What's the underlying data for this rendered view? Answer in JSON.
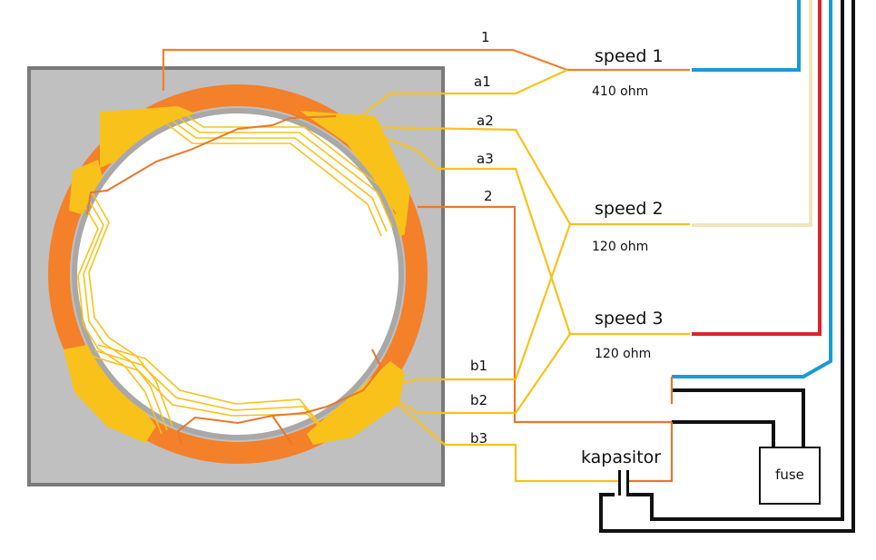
{
  "labels": {
    "lead_1": "1",
    "lead_a1": "a1",
    "lead_a2": "a2",
    "lead_a3": "a3",
    "lead_2": "2",
    "lead_b1": "b1",
    "lead_b2": "b2",
    "lead_b3": "b3"
  },
  "speeds": [
    {
      "label": "speed 1",
      "resistance": "410 ohm"
    },
    {
      "label": "speed 2",
      "resistance": "120 ohm"
    },
    {
      "label": "speed 3",
      "resistance": "120 ohm"
    }
  ],
  "capacitor": {
    "label": "kapasitor"
  },
  "fuse": {
    "label": "fuse"
  },
  "colors": {
    "frame": "#c0c0c0",
    "frame_border": "#7a7a7a",
    "orange": "#f4802a",
    "orange_dark": "#e9772c",
    "yellow": "#f8c21a",
    "blue": "#1a9ad6",
    "cream": "#f0e6b8",
    "red": "#d9262a",
    "black": "#111111"
  }
}
